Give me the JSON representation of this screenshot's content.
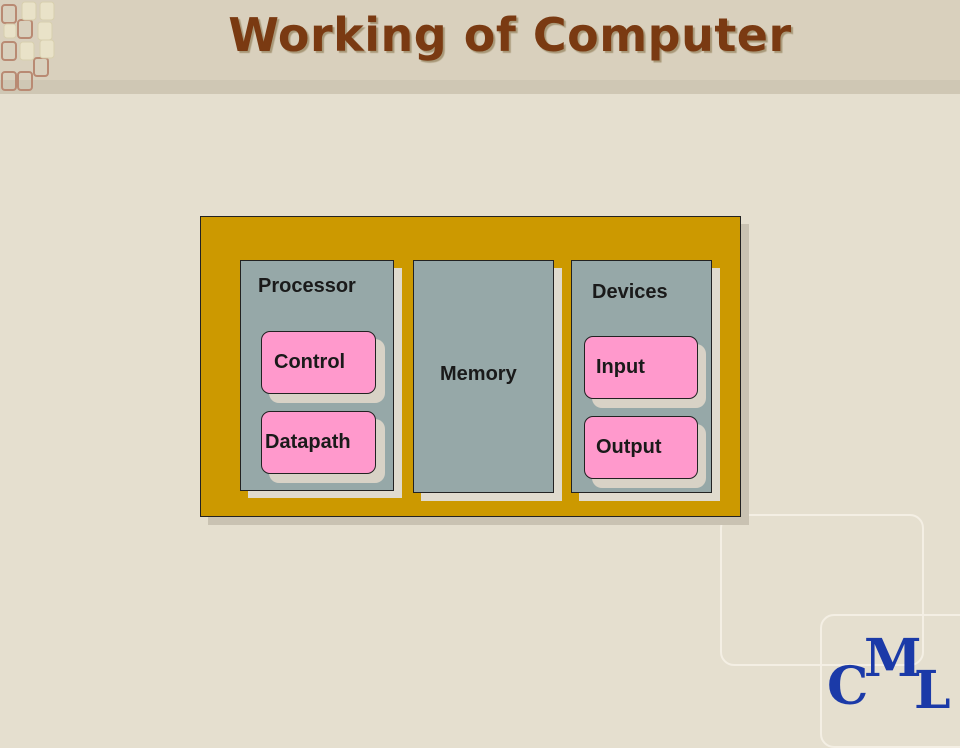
{
  "slide": {
    "title": "Working of Computer"
  },
  "diagram": {
    "processor": {
      "label": "Processor",
      "control_label": "Control",
      "datapath_label": "Datapath"
    },
    "memory": {
      "label": "Memory"
    },
    "devices": {
      "label": "Devices",
      "input_label": "Input",
      "output_label": "Output"
    }
  },
  "logo": {
    "letters": [
      "C",
      "M",
      "L"
    ]
  },
  "colors": {
    "frame": "#cc9900",
    "panel": "#96a8a8",
    "component": "#ff99cc",
    "title": "#7a3a12",
    "logo": "#1b3aa8"
  }
}
